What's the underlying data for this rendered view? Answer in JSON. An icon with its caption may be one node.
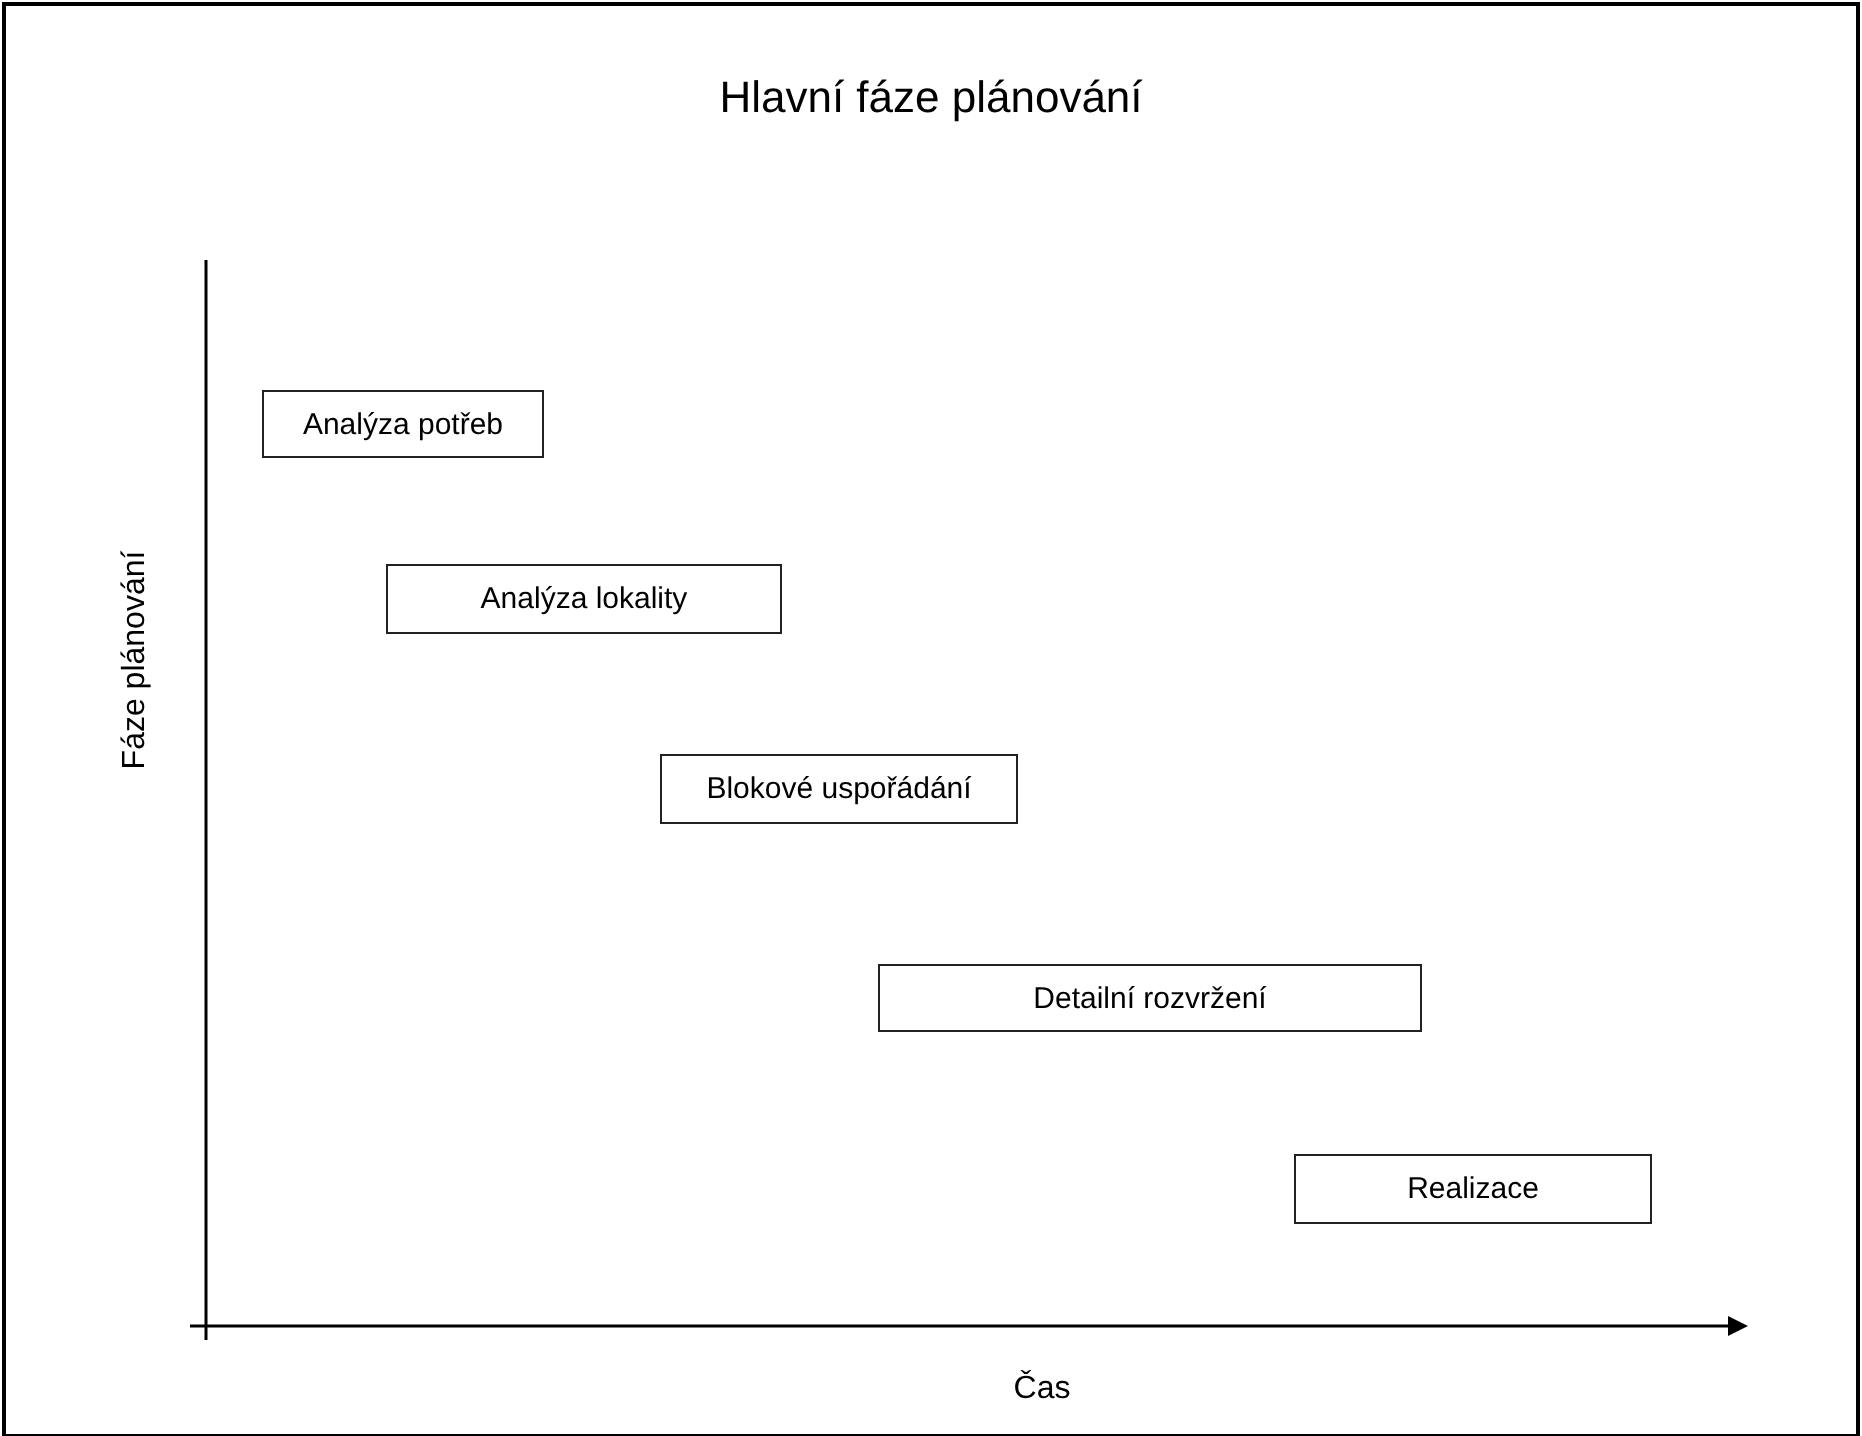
{
  "diagram": {
    "title": "Hlavní fáze plánování",
    "nodes": [
      {
        "text": [
          "Analýza potřeb"
        ]
      },
      {
        "text": [
          "Analýza lokality"
        ]
      },
      {
        "text": [
          "Blokové uspořádání"
        ]
      },
      {
        "text": [
          "Detailní rozvržení"
        ]
      },
      {
        "text": [
          "Realizace"
        ]
      }
    ],
    "edges": [],
    "labels": [
      "Fáze plánování",
      "Čas"
    ]
  }
}
